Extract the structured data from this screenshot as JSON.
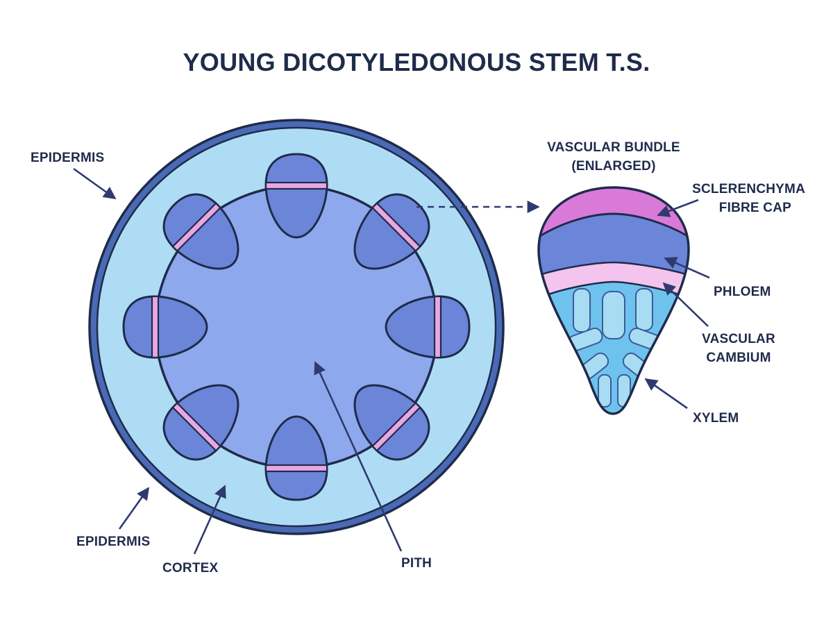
{
  "title": "YOUNG DICOTYLEDONOUS STEM T.S.",
  "labels": {
    "epidermis_top": "EPIDERMIS",
    "epidermis_bottom": "EPIDERMIS",
    "cortex": "CORTEX",
    "pith": "PITH",
    "bundle_title_line1": "VASCULAR BUNDLE",
    "bundle_title_line2": "(ENLARGED)",
    "sclerenchyma_line1": "SCLERENCHYMA",
    "sclerenchyma_line2": "FIBRE CAP",
    "phloem": "PHLOEM",
    "cambium_line1": "VASCULAR",
    "cambium_line2": "CAMBIUM",
    "xylem": "XYLEM"
  },
  "colors": {
    "epidermis": "#4a6ab5",
    "cortex": "#aedcf5",
    "pith": "#8ea8ee",
    "bundle": "#6b86d8",
    "cambium": "#e9a6e0",
    "sclerenchyma": "#d97ad9",
    "xylem": "#6ec3ee",
    "xylem_vessels": "#a8dcf3",
    "outline": "#1f2b4a",
    "pointer": "#2f3a6e"
  }
}
